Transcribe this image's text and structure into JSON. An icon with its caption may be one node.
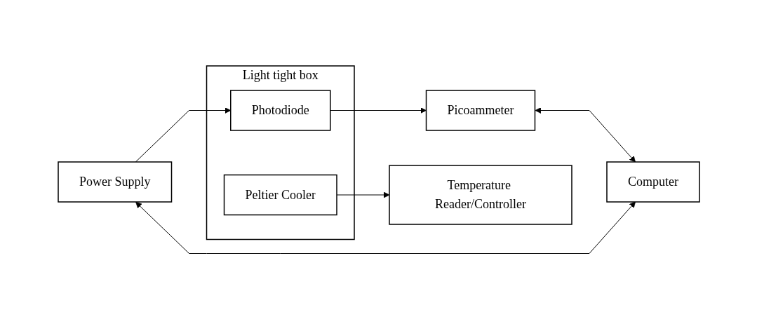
{
  "diagram": {
    "nodes": [
      {
        "text": [
          "Light tight box"
        ]
      },
      {
        "text": [
          "Photodiode"
        ],
        "in": 0
      },
      {
        "text": [
          "Peltier Cooler"
        ],
        "in": 0
      },
      {
        "text": [
          "Picoammeter"
        ]
      },
      {
        "text": [
          "Computer"
        ]
      },
      {
        "text": [
          "Power Supply"
        ]
      },
      {
        "text": [
          "Temperature Reader/Controller"
        ]
      }
    ],
    "edges": [
      {
        "from": 1,
        "to": 3,
        "arrow": "to"
      },
      {
        "from": 3,
        "to": 4,
        "arrow": "both"
      },
      {
        "from": 5,
        "to": 1,
        "arrow": "to"
      },
      {
        "from": 5,
        "to": 4,
        "arrow": "both"
      },
      {
        "from": 2,
        "to": 6,
        "arrow": "to"
      }
    ]
  }
}
